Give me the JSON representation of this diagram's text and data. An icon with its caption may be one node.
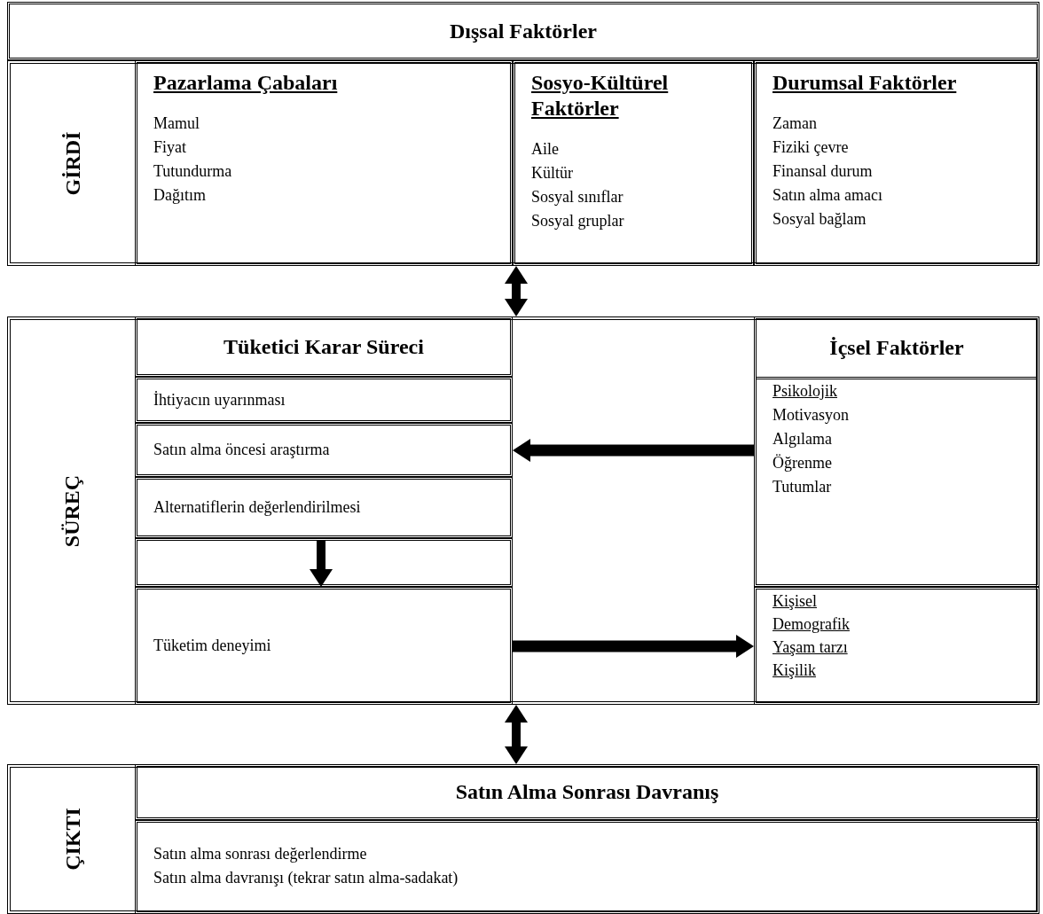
{
  "diagram": {
    "nodes": [
      {
        "text": [
          "Dışsal Faktörler"
        ]
      },
      {
        "text": [
          "GİRDİ"
        ]
      },
      {
        "text": [
          "Pazarlama Çabaları",
          "Mamul",
          "Fiyat",
          "Tutundurma",
          "Dağıtım"
        ],
        "in": 1
      },
      {
        "text": [
          "Sosyo-Kültürel Faktörler",
          "Aile",
          "Kültür",
          "Sosyal sınıflar",
          "Sosyal gruplar"
        ],
        "in": 1
      },
      {
        "text": [
          "Durumsal Faktörler",
          "Zaman",
          "Fiziki çevre",
          "Finansal durum",
          "Satın alma amacı",
          "Sosyal bağlam"
        ],
        "in": 1
      },
      {
        "text": [
          "SÜREÇ"
        ]
      },
      {
        "text": [
          "Tüketici Karar Süreci"
        ],
        "in": 5
      },
      {
        "text": [
          "İhtiyacın uyarınması"
        ],
        "in": 5
      },
      {
        "text": [
          "Satın alma öncesi araştırma"
        ],
        "in": 5
      },
      {
        "text": [
          "Alternatiflerin değerlendirilmesi"
        ],
        "in": 5
      },
      {
        "text": [],
        "shape": "box",
        "in": 5
      },
      {
        "text": [
          "Tüketim deneyimi"
        ],
        "in": 5
      },
      {
        "text": [
          "İçsel Faktörler",
          "Psikolojik",
          "Motivasyon",
          "Algılama",
          "Öğrenme",
          "Tutumlar"
        ],
        "in": 5
      },
      {
        "text": [
          "Kişisel",
          "Demografik",
          "Yaşam tarzı",
          "Kişilik"
        ],
        "in": 5
      },
      {
        "text": [
          "ÇIKTI"
        ]
      },
      {
        "text": [
          "Satın Alma Sonrası Davranış"
        ],
        "in": 14
      },
      {
        "text": [
          "Satın alma sonrası değerlendirme",
          "Satın alma davranışı (tekrar satın alma-sadakat)"
        ],
        "in": 14
      }
    ],
    "edges": [
      {
        "from": 1,
        "to": 5,
        "arrow": "both"
      },
      {
        "from": 12,
        "to": 8,
        "arrow": "to"
      },
      {
        "from": 10,
        "to": 11,
        "arrow": "to"
      },
      {
        "from": 11,
        "to": 13,
        "arrow": "to"
      },
      {
        "from": 5,
        "to": 14,
        "arrow": "both"
      }
    ]
  }
}
